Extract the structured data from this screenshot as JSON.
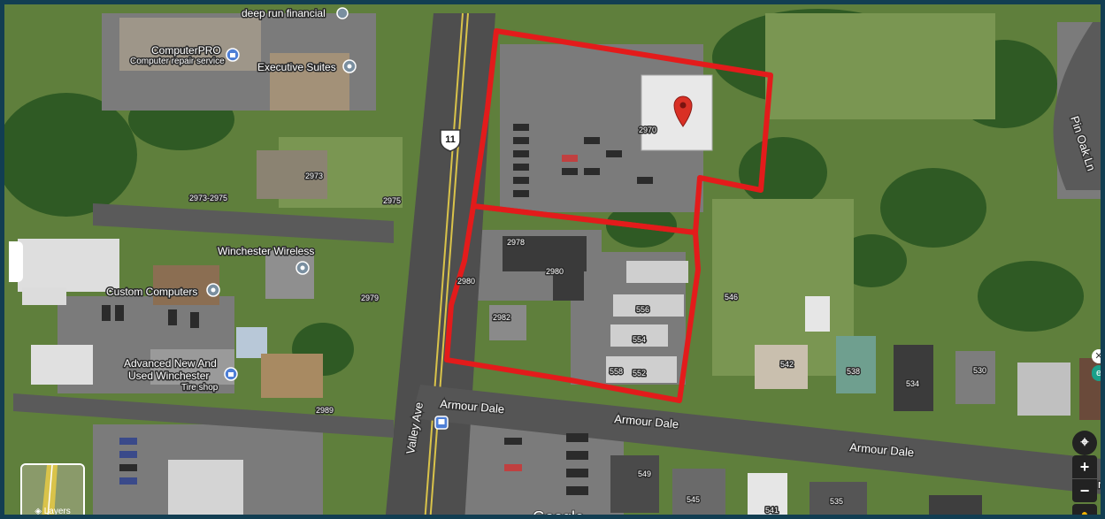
{
  "colors": {
    "boundary": "#e31b1b",
    "pin": "#d93025",
    "grass": "#5c7d3a",
    "trees": "#2f5a24",
    "road": "#4a4a4a",
    "parking": "#6e6e6e"
  },
  "pois": [
    {
      "name": "deep run financial"
    },
    {
      "name": "ComputerPRO",
      "subtitle": "Computer repair service"
    },
    {
      "name": "Executive Suites"
    },
    {
      "name": "Winchester Wireless"
    },
    {
      "name": "Custom Computers"
    },
    {
      "name": "Advanced New And",
      "line2": "Used Winchester",
      "subtitle": "Tire shop"
    }
  ],
  "roads": {
    "valley_ave": "Valley Ave",
    "armour_dale": "Armour Dale",
    "pin_oak": "Pin Oak Ln",
    "route_shield": "11",
    "edge_letter": "m"
  },
  "addresses": [
    "2970",
    "2973",
    "2973-2975",
    "2975",
    "2978",
    "2980",
    "2980",
    "2979",
    "2982",
    "556",
    "554",
    "558",
    "552",
    "546",
    "542",
    "538",
    "534",
    "530",
    "2989",
    "549",
    "545",
    "541",
    "535"
  ],
  "controls": {
    "zoom_in": "+",
    "zoom_out": "−",
    "layers_label": "Layers",
    "locate_icon": "locate-icon",
    "pegman_icon": "pegman-icon"
  },
  "attribution": "Google"
}
